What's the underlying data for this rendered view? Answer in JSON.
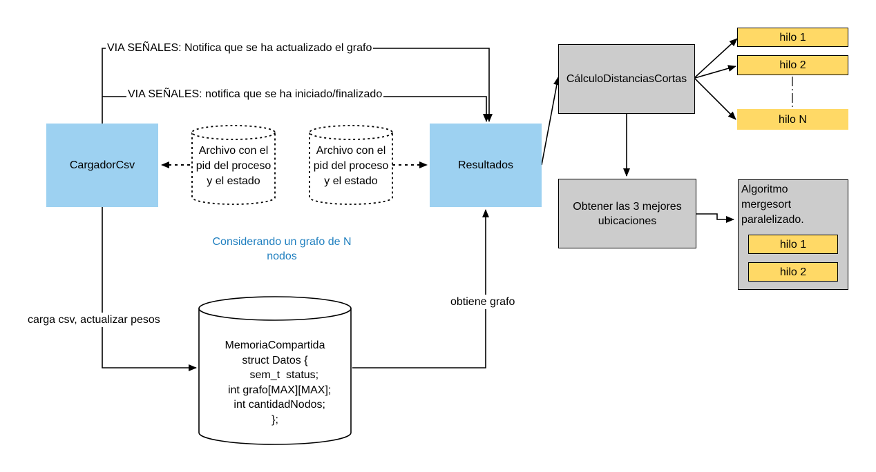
{
  "nodes": {
    "cargador": "CargadorCsv",
    "resultados": "Resultados",
    "calculo": "CálculoDistanciasCortas",
    "obtener": "Obtener las 3 mejores ubicaciones",
    "archivo_left": "Archivo con el pid del proceso y el estado",
    "archivo_right": "Archivo con el pid del proceso y el estado",
    "memoria": "MemoriaCompartida\nstruct Datos {\n      sem_t  status;\n   int grafo[MAX][MAX];\n   int cantidadNodos;\n};",
    "algoritmo": "Algoritmo mergesort paralelizado."
  },
  "threads": {
    "calc": [
      "hilo 1",
      "hilo 2",
      "hilo N"
    ],
    "merge": [
      "hilo 1",
      "hilo 2"
    ]
  },
  "edges": {
    "senales_grafo": "VIA SEÑALES: Notifica que se ha actualizado el grafo",
    "senales_iniciado": "VIA SEÑALES: notifica que se ha iniciado/finalizado",
    "carga_csv": "carga csv, actualizar pesos",
    "obtiene_grafo": "obtiene grafo"
  },
  "note": "Considerando un grafo de N nodos",
  "colors": {
    "process_blue": "#9dd1f1",
    "module_gray": "#cccccc",
    "thread_yellow": "#ffd966",
    "note_blue": "#1f7fbf"
  }
}
